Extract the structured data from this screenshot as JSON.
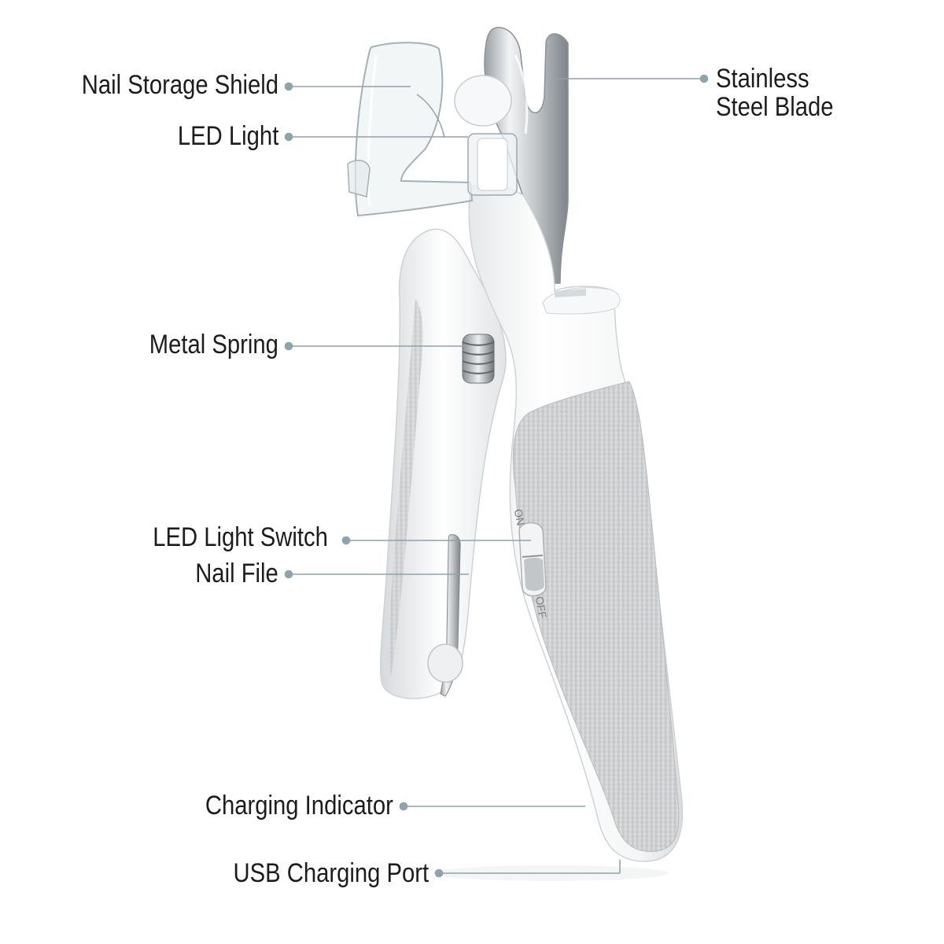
{
  "accent_color": "#8ea3ab",
  "labels": {
    "nail_storage_shield": "Nail Storage Shield",
    "led_light": "LED Light",
    "metal_spring": "Metal Spring",
    "led_light_switch": "LED Light Switch",
    "nail_file": "Nail File",
    "charging_indicator": "Charging Indicator",
    "usb_charging_port": "USB Charging Port",
    "stainless_line1": "Stainless",
    "stainless_line2": "Steel Blade"
  },
  "switch": {
    "on": "ON",
    "off": "OFF"
  }
}
